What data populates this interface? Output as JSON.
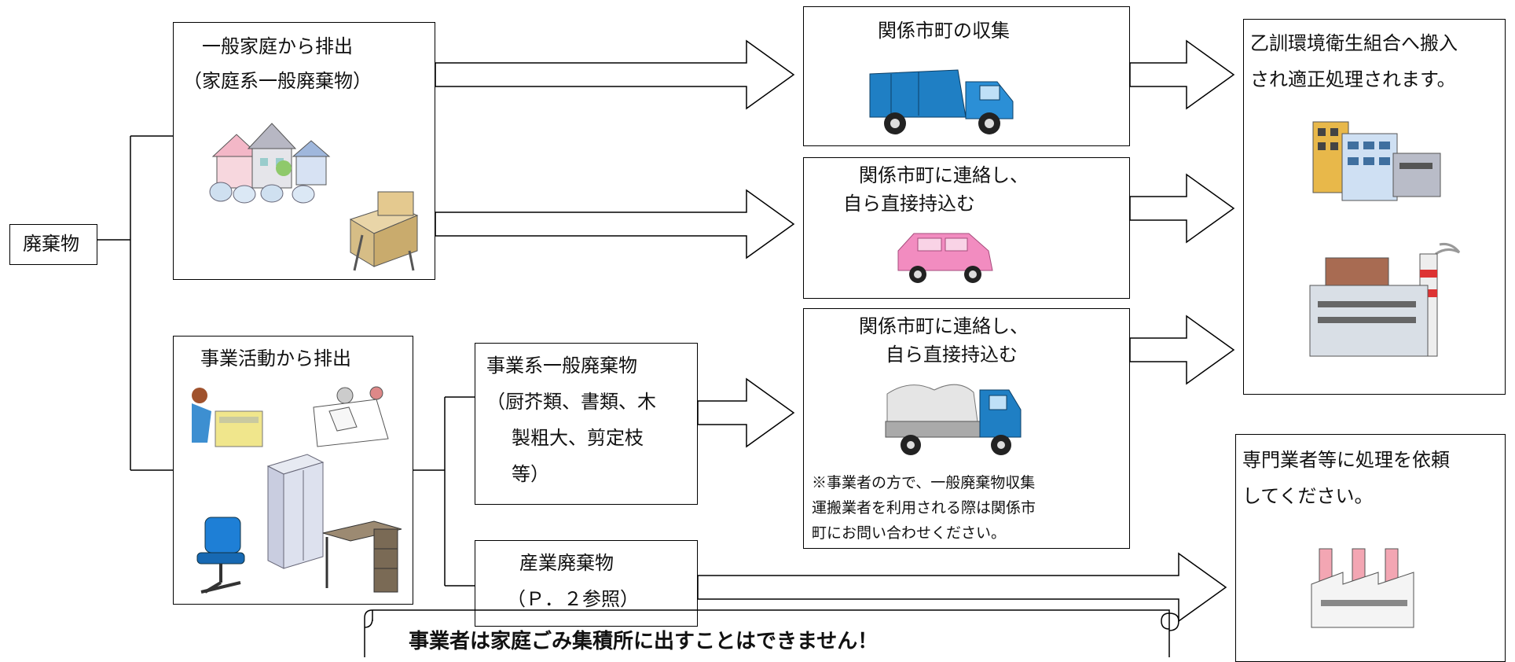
{
  "root": {
    "label": "廃棄物"
  },
  "household": {
    "title": "一般家庭から排出",
    "subtitle": "（家庭系一般廃棄物）"
  },
  "business": {
    "title": "事業活動から排出"
  },
  "business_general": {
    "lines": [
      "事業系一般廃棄物",
      "（厨芥類、書類、木",
      "製粗大、剪定枝",
      "等）"
    ]
  },
  "industrial": {
    "lines": [
      "産業廃棄物",
      "（Ｐ．２参照）"
    ]
  },
  "collection": {
    "title": "関係市町の収集"
  },
  "self_haul_household": {
    "lines": [
      "関係市町に連絡し、",
      "自ら直接持込む"
    ]
  },
  "self_haul_business": {
    "lines": [
      "関係市町に連絡し、",
      "自ら直接持込む"
    ],
    "note": [
      "※事業者の方で、一般廃棄物収集",
      "運搬業者を利用される際は関係市",
      "町にお問い合わせください。"
    ]
  },
  "otokun": {
    "lines": [
      "乙訓環境衛生組合へ搬入",
      "され適正処理されます。"
    ]
  },
  "specialist": {
    "lines": [
      "専門業者等に処理を依頼",
      "してください。"
    ]
  },
  "banner": {
    "text": "事業者は家庭ごみ集積所に出すことはできません！"
  },
  "icons": [
    "houses-with-bags-icon",
    "broken-furniture-icon",
    "garbage-truck-icon",
    "pink-car-icon",
    "office-workers-icon",
    "locker-icon",
    "office-chair-icon",
    "desk-icon",
    "dump-truck-icon",
    "city-building-icon",
    "incineration-plant-icon",
    "factory-icon"
  ],
  "colors": {
    "truck_blue": "#1f7fc4",
    "car_pink": "#f28cc0",
    "line": "#000000"
  }
}
